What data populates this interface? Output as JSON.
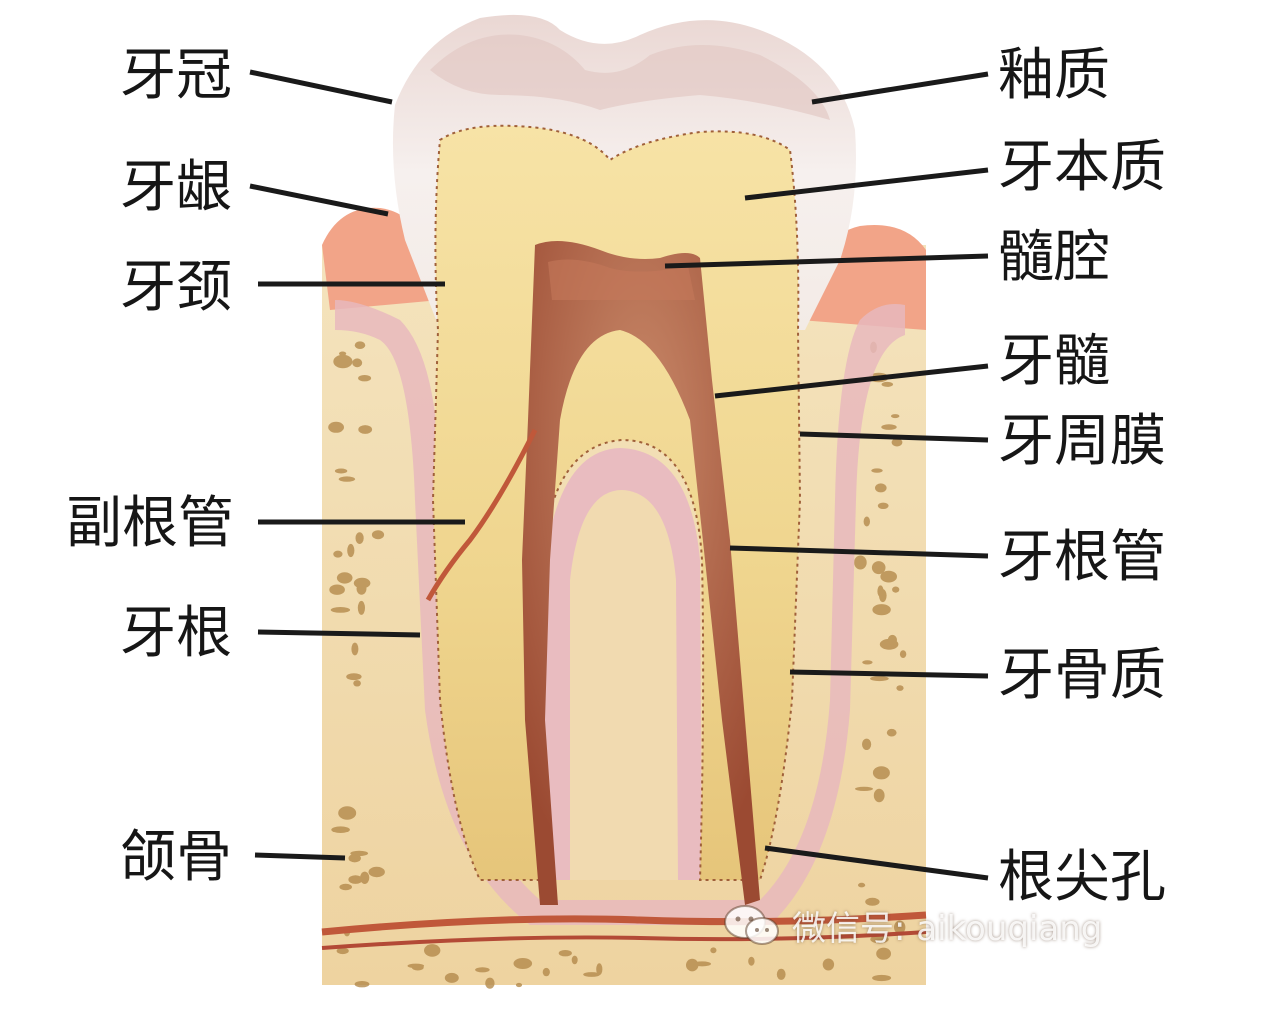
{
  "diagram": {
    "left_labels": [
      {
        "id": "crown",
        "text": "牙冠"
      },
      {
        "id": "gingiva",
        "text": "牙龈"
      },
      {
        "id": "neck",
        "text": "牙颈"
      },
      {
        "id": "accessory-canal",
        "text": "副根管"
      },
      {
        "id": "root",
        "text": "牙根"
      },
      {
        "id": "jawbone",
        "text": "颌骨"
      }
    ],
    "right_labels": [
      {
        "id": "enamel",
        "text": "釉质"
      },
      {
        "id": "dentin",
        "text": "牙本质"
      },
      {
        "id": "pulp-chamber",
        "text": "髓腔"
      },
      {
        "id": "pulp",
        "text": "牙髓"
      },
      {
        "id": "periodontal-ligament",
        "text": "牙周膜"
      },
      {
        "id": "root-canal",
        "text": "牙根管"
      },
      {
        "id": "cementum",
        "text": "牙骨质"
      },
      {
        "id": "apical-foramen",
        "text": "根尖孔"
      }
    ]
  },
  "watermark": {
    "text": "微信号: aikouqiang",
    "icon": "wechat-icon"
  },
  "colors": {
    "enamel": "#f3ece9",
    "dentin": "#efd99a",
    "pulp": "#b8664a",
    "gum": "#f0a080",
    "bone": "#f2ddb0",
    "bone_pores": "#b08a4a",
    "canal": "#c0583a",
    "leader": "#1a1a1a"
  }
}
